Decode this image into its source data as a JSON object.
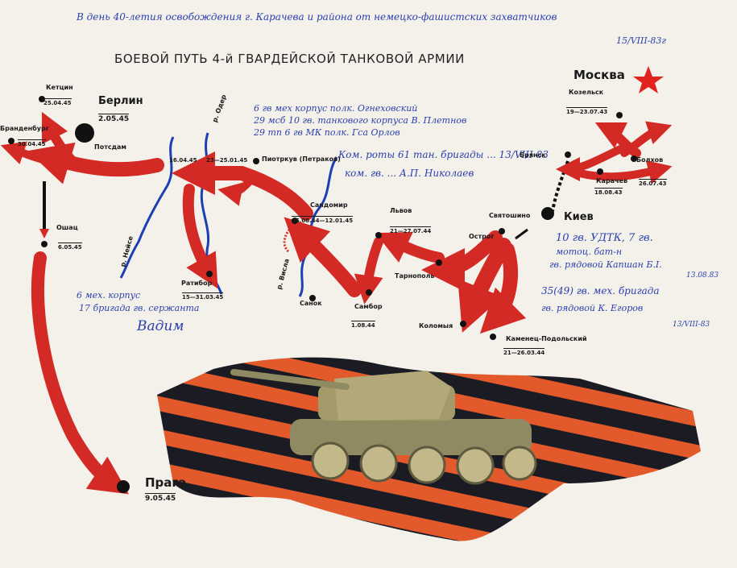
{
  "title": "БОЕВОЙ ПУТЬ 4-й ГВАРДЕЙСКОЙ ТАНКОВОЙ АРМИИ",
  "handwriting": {
    "top_line": "В день 40-летия освобождения г. Карачева и района от немецко-фашистских захватчиков",
    "top_date": "15/VIII-83г",
    "note_left_1": "6 мех. корпус",
    "note_left_2": "17 бригада гв. сержанта",
    "note_left_sig": "Вадим",
    "note_center_1": "6 гв мех корпус полк. Огнеховский",
    "note_center_2": "29 мсб 10 гв. танкового корпуса В. Плетнов",
    "note_center_3": "29 тп 6 гв МК полк. Гса Орлов",
    "note_mid_1": "Ком. роты 61 тан. бригады ... 13/VIII-83",
    "note_mid_2": "ком. гв. ... А.П. Николаев",
    "note_right_1": "10 гв. УДТК, 7 гв.",
    "note_right_2": "мотоц. бат-н",
    "note_right_3": "гв. рядовой Капшан Б.І.",
    "note_right_date": "13.08.83",
    "note_right_4": "35(49) гв. мех. бригада",
    "note_right_5": "гв. рядовой К. Егоров",
    "note_right_date2": "13/VIII-83"
  },
  "rivers": {
    "oder": "р. Одер",
    "neisse": "р. Нейсе",
    "vistula": "р. Висла"
  },
  "cities": [
    {
      "id": "moskva",
      "name": "Москва",
      "date": ""
    },
    {
      "id": "kozelsk",
      "name": "Козельск",
      "date": "19—23.07.43"
    },
    {
      "id": "bryansk",
      "name": "Брянск",
      "date": ""
    },
    {
      "id": "bolkhov",
      "name": "Болхов",
      "date": "26.07.43"
    },
    {
      "id": "karachev",
      "name": "Карачев",
      "date": "18.08.43"
    },
    {
      "id": "kiev",
      "name": "Киев",
      "date": ""
    },
    {
      "id": "svyatoshino",
      "name": "Святошино",
      "date": ""
    },
    {
      "id": "ostrog",
      "name": "Острог",
      "date": ""
    },
    {
      "id": "lvov",
      "name": "Львов",
      "date": "21—27.07.44"
    },
    {
      "id": "ternopol",
      "name": "Тарнополь",
      "date": ""
    },
    {
      "id": "kolomyya",
      "name": "Коломыя",
      "date": ""
    },
    {
      "id": "kamenets",
      "name": "Каменец-Подольский",
      "date": "21—26.03.44"
    },
    {
      "id": "sambor",
      "name": "Самбор",
      "date": "1.08.44"
    },
    {
      "id": "sanok",
      "name": "Санок",
      "date": ""
    },
    {
      "id": "sandomir",
      "name": "Сандомир",
      "date": "25.08.44—12.01.45"
    },
    {
      "id": "piotrkuv",
      "name": "Пиотркув (Петраков)",
      "date": ""
    },
    {
      "id": "oder_date",
      "name": "",
      "date": "23—25.01.45"
    },
    {
      "id": "neisse_date",
      "name": "",
      "date": "16.04.45"
    },
    {
      "id": "ratibor",
      "name": "Ратибор",
      "date": "15—31.03.45"
    },
    {
      "id": "berlin",
      "name": "Берлин",
      "date": "2.05.45"
    },
    {
      "id": "ketcin",
      "name": "Кетцин",
      "date": "25.04.45"
    },
    {
      "id": "brandenburg",
      "name": "Бранденбург",
      "date": "30.04.45"
    },
    {
      "id": "potsdam",
      "name": "Потсдам",
      "date": ""
    },
    {
      "id": "oshats",
      "name": "Ошац",
      "date": "6.05.45"
    },
    {
      "id": "praga",
      "name": "Прага",
      "date": "9.05.45"
    }
  ],
  "colors": {
    "arrow": "#d42a25",
    "river": "#1d3fb5",
    "ribbon_orange": "#e25a2c",
    "ribbon_black": "#1b1b24",
    "tank": "#a39a6a",
    "ink": "#2a3fae",
    "star": "#e0231d"
  }
}
